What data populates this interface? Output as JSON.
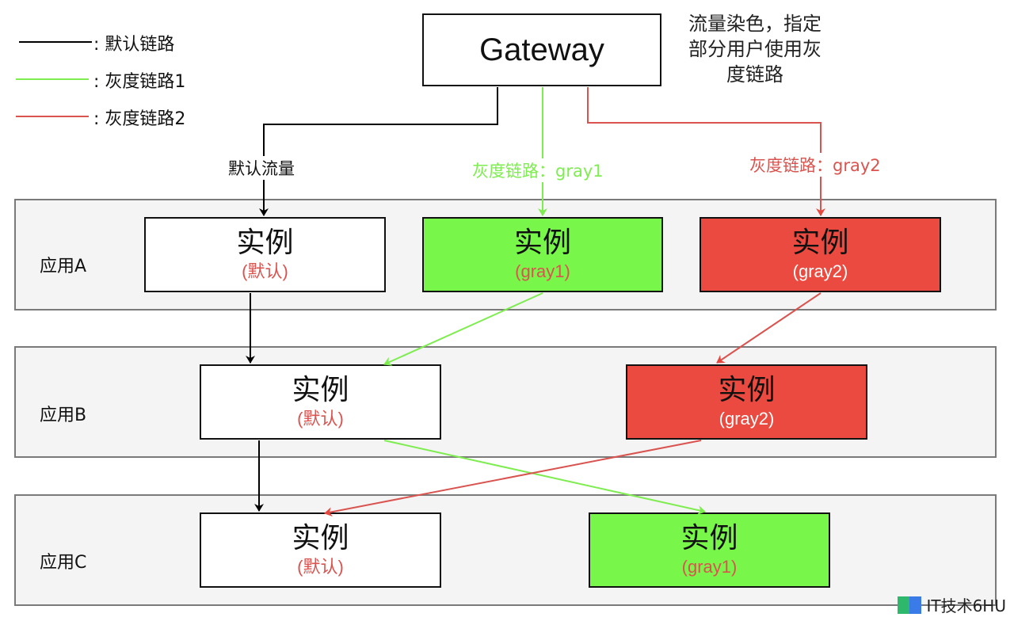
{
  "legend": [
    {
      "label": ": 默认链路",
      "color": "#000000"
    },
    {
      "label": ": 灰度链路1",
      "color": "#7ded4f"
    },
    {
      "label": ": 灰度链路2",
      "color": "#d9534f"
    }
  ],
  "gateway": {
    "label": "Gateway"
  },
  "note": {
    "text": "流量染色，指定部分用户使用灰度链路"
  },
  "edge_labels": {
    "default": {
      "text": "默认流量",
      "color": "#111111"
    },
    "gray1": {
      "text": "灰度链路：gray1",
      "color": "#7ded4f"
    },
    "gray2": {
      "text": "灰度链路：gray2",
      "color": "#d9534f"
    }
  },
  "lanes": [
    {
      "label": "应用A",
      "instances": [
        {
          "title": "实例",
          "sub": "(默认)",
          "fill": "#ffffff",
          "subColor": "#d9534f"
        },
        {
          "title": "实例",
          "sub": "(gray1)",
          "fill": "#78f74a",
          "subColor": "#d9534f"
        },
        {
          "title": "实例",
          "sub": "(gray2)",
          "fill": "#ea4a3f",
          "subColor": "#ffffff"
        }
      ]
    },
    {
      "label": "应用B",
      "instances": [
        {
          "title": "实例",
          "sub": "(默认)",
          "fill": "#ffffff",
          "subColor": "#d9534f"
        },
        {
          "title": "实例",
          "sub": "(gray2)",
          "fill": "#ea4a3f",
          "subColor": "#ffffff"
        }
      ]
    },
    {
      "label": "应用C",
      "instances": [
        {
          "title": "实例",
          "sub": "(默认)",
          "fill": "#ffffff",
          "subColor": "#d9534f"
        },
        {
          "title": "实例",
          "sub": "(gray1)",
          "fill": "#78f74a",
          "subColor": "#d9534f"
        }
      ]
    }
  ],
  "colors": {
    "default": "#000000",
    "gray1": "#7ded4f",
    "gray2": "#d9534f"
  },
  "watermark": {
    "text": "IT技术6HU"
  }
}
